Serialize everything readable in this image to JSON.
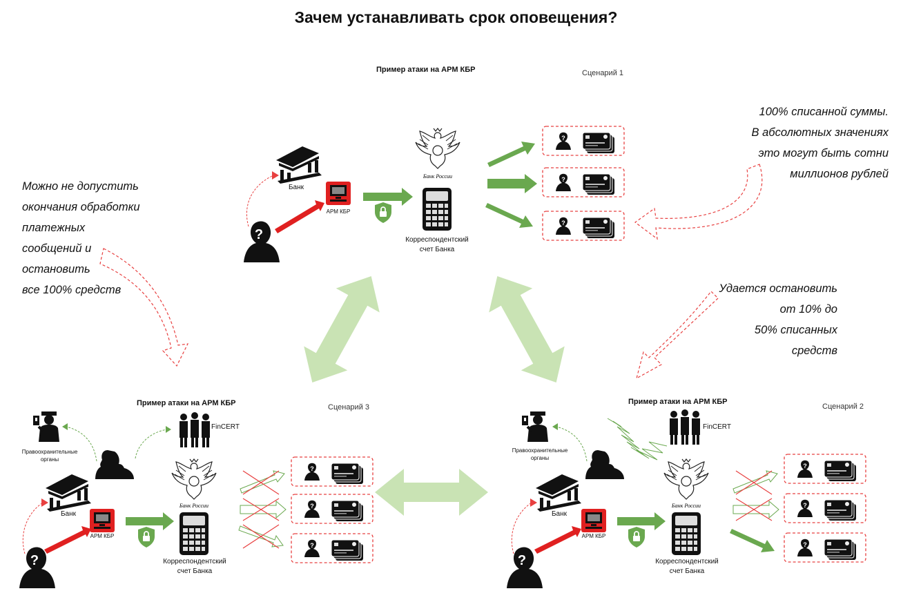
{
  "page": {
    "title": "Зачем устанавливать срок оповещения?"
  },
  "notes": {
    "left": [
      "Можно не допустить",
      "окончания обработки",
      "платежных",
      "сообщений и",
      "остановить",
      "все 100% средств"
    ],
    "top_right": [
      "100% списанной суммы.",
      "В абсолютных значениях",
      "это могут быть сотни",
      "миллионов рублей"
    ],
    "mid_right": [
      "Удается остановить",
      "от 10% до",
      "50% списанных",
      "средств"
    ]
  },
  "scenario1": {
    "subtitle": "Пример атаки на АРМ КБР",
    "label": "Сценарий 1",
    "bank_label": "Банк",
    "arm_label": "АРМ КБР",
    "account_label_1": "Корреспондентский",
    "account_label_2": "счет Банка",
    "seal_text": "Банк России"
  },
  "scenario2": {
    "subtitle": "Пример атаки на АРМ КБР",
    "label": "Сценарий 2",
    "police_label_1": "Правоохранительные",
    "police_label_2": "органы",
    "fincert_label": "FinCERT",
    "bank_label": "Банк",
    "arm_label": "АРМ КБР",
    "account_label_1": "Корреспондентский",
    "account_label_2": "счет Банка",
    "seal_text": "Банк России"
  },
  "scenario3": {
    "subtitle": "Пример атаки на АРМ КБР",
    "label": "Сценарий 3",
    "police_label_1": "Правоохранительные",
    "police_label_2": "органы",
    "fincert_label": "FinCERT",
    "bank_label": "Банк",
    "arm_label": "АРМ КБР",
    "account_label_1": "Корреспондентский",
    "account_label_2": "счет Банка",
    "seal_text": "Банк России"
  },
  "colors": {
    "green": "#6aa84f",
    "light_green": "#c9e3b4",
    "red": "#e02020",
    "dash_red": "#e84040"
  }
}
